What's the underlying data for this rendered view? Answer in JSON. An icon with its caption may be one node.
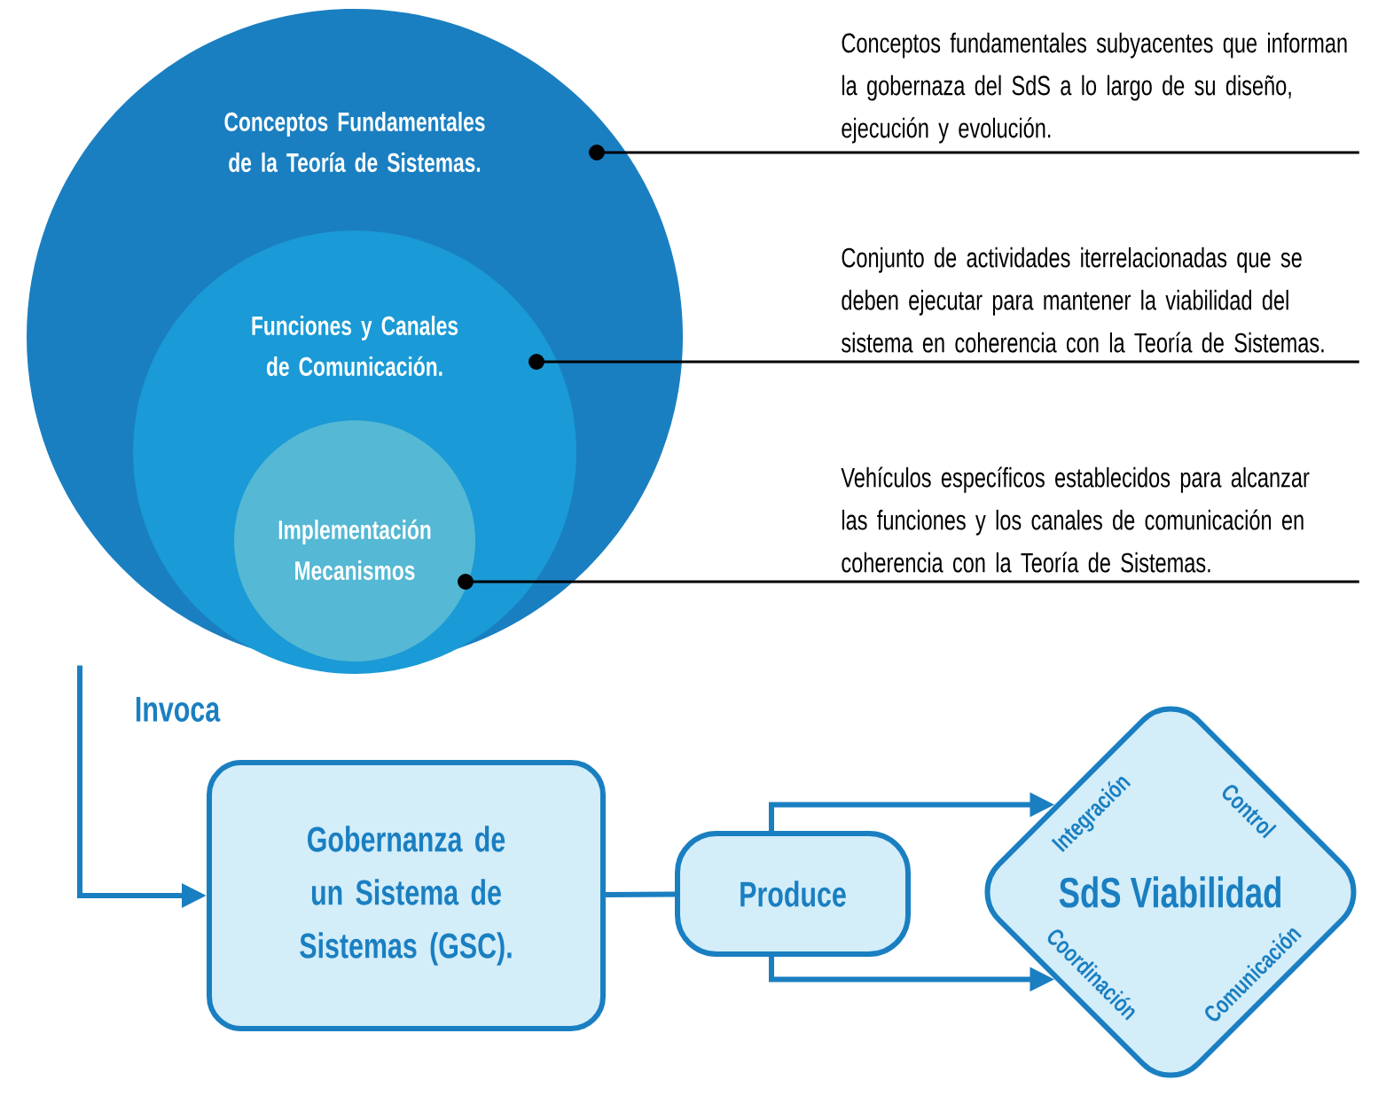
{
  "diagram": {
    "nodes": [
      {
        "text": [
          "Conceptos Fundamentales de la Teoría de Sistemas."
        ]
      },
      {
        "text": [
          "Funciones y Canales de Comunicación."
        ],
        "in": 0
      },
      {
        "text": [
          "Implementación Mecanismos"
        ],
        "in": 1
      },
      {
        "text": [
          "Conceptos fundamentales subyacentes que informan la gobernaza del SdS a lo largo de su diseño, ejecución y evolución."
        ]
      },
      {
        "text": [
          "Conjunto de actividades iterrelacionadas que se deben ejecutar para mantener la viabilidad del sistema en coherencia con la Teoría de Sistemas."
        ]
      },
      {
        "text": [
          "Vehículos específicos establecidos para alcanzar las funciones y los canales de comunicación en coherencia con la Teoría de Sistemas."
        ]
      },
      {
        "text": [
          "Gobernanza de un Sistema de Sistemas (GSC)."
        ]
      },
      {
        "text": [
          "Produce"
        ]
      },
      {
        "text": [
          "SdS Viabilidad",
          "Integración",
          "Control",
          "Coordinación",
          "Comunicación"
        ]
      }
    ],
    "edges": [
      {
        "from": 3,
        "to": 0,
        "arrow": "other",
        "color": "#000000"
      },
      {
        "from": 4,
        "to": 1,
        "arrow": "other",
        "color": "#000000"
      },
      {
        "from": 5,
        "to": 2,
        "arrow": "other",
        "color": "#000000"
      },
      {
        "from": 0,
        "to": 6,
        "arrow": "to",
        "label": "Invoca"
      },
      {
        "from": 6,
        "to": 7,
        "arrow": "none"
      },
      {
        "from": 7,
        "to": 8,
        "arrow": "to"
      },
      {
        "from": 7,
        "to": 8,
        "arrow": "to"
      }
    ]
  }
}
